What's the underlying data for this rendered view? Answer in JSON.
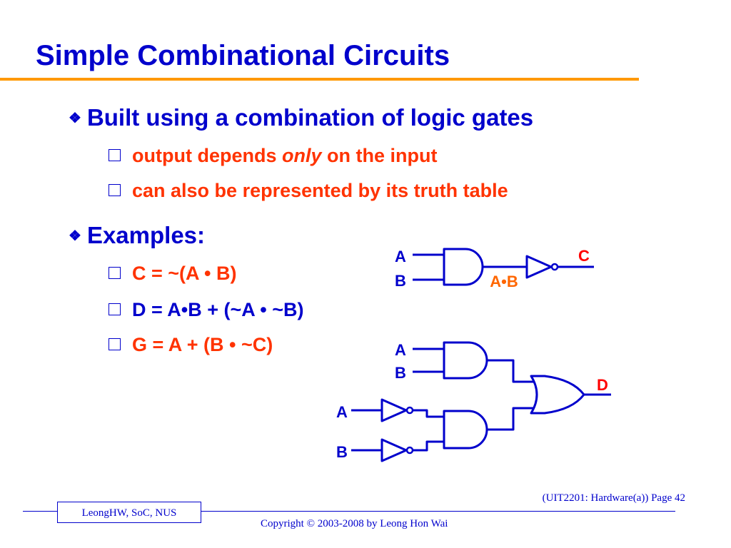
{
  "slide": {
    "title": "Simple Combinational Circuits",
    "bullets": [
      {
        "text": "Built using a combination of logic gates",
        "sub": [
          {
            "pre": "output depends ",
            "em": "only",
            "post": " on the input"
          },
          {
            "text": "can also be represented by its truth table"
          }
        ]
      },
      {
        "text": "Examples:",
        "sub": [
          {
            "text": "C = ~(A • B)"
          },
          {
            "text": "D = A•B + (~A • ~B)"
          },
          {
            "text": "G = A + (B • ~C)"
          }
        ]
      }
    ]
  },
  "circuit1": {
    "input_a": "A",
    "input_b": "B",
    "intermediate": "A•B",
    "output": "C"
  },
  "circuit2": {
    "input_a1": "A",
    "input_b1": "B",
    "input_a2": "A",
    "input_b2": "B",
    "output": "D"
  },
  "footer": {
    "author": "LeongHW, SoC, NUS",
    "page_ref": "(UIT2201: Hardware(a)) Page 42",
    "copyright": "Copyright © 2003-2008 by Leong Hon Wai"
  },
  "colors": {
    "title_blue": "#0000cc",
    "accent_orange": "#ff9900",
    "sub_text_red": "#ff3300",
    "label_orange": "#ff6600"
  }
}
